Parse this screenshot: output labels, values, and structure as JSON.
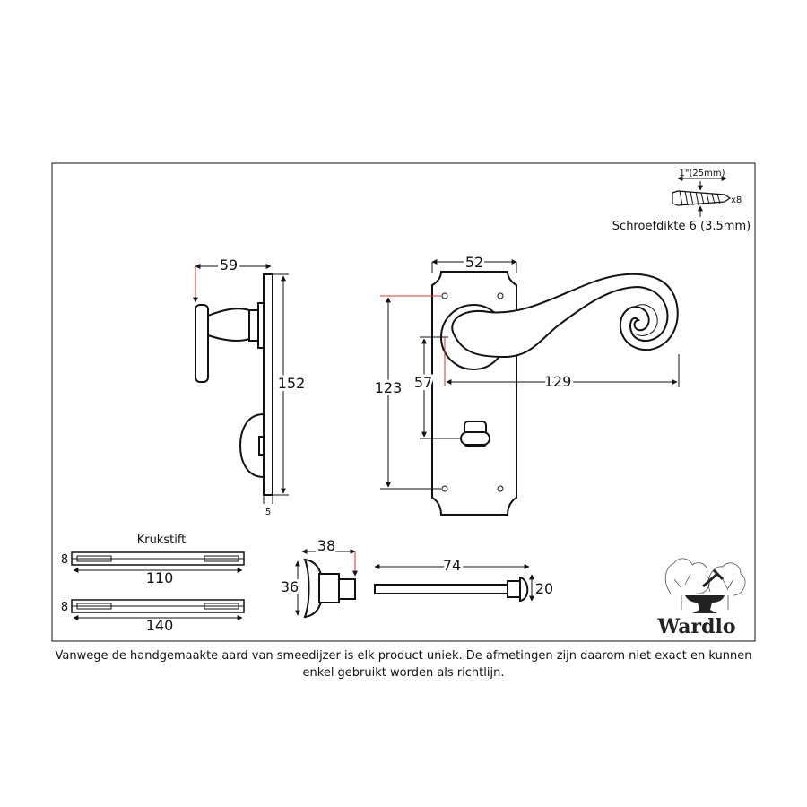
{
  "screw": {
    "length_label": "1\"(25mm)",
    "count_label": "x8",
    "thickness_label": "Schroefdikte 6 (3.5mm)"
  },
  "side_view": {
    "projection": "59",
    "height": "152",
    "plate_thickness": "5"
  },
  "front_view": {
    "plate_width": "52",
    "fixing_centres": "123",
    "lever_to_turn": "57",
    "lever_length": "129"
  },
  "spindle": {
    "title": "Krukstift",
    "short_thickness": "8",
    "short_length": "110",
    "long_thickness": "8",
    "long_length": "140"
  },
  "turn_knob": {
    "depth": "38",
    "diameter": "36"
  },
  "release_rod": {
    "length": "74",
    "diameter": "20"
  },
  "brand": {
    "name": "Wardlo"
  },
  "disclaimer": "Vanwege de handgemaakte aard van smeedijzer is elk product uniek. De afmetingen zijn daarom niet exact en kunnen enkel gebruikt worden als richtlijn."
}
